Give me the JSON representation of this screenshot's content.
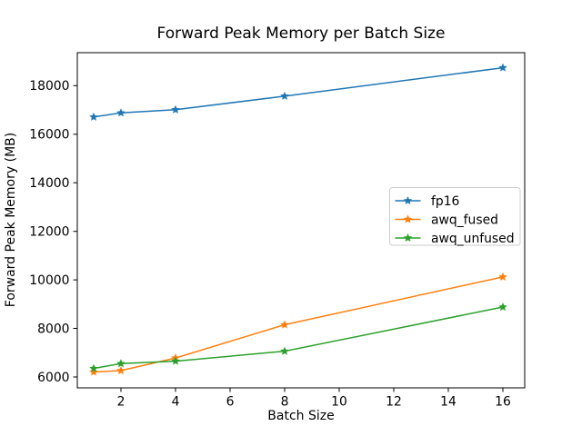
{
  "chart_data": {
    "type": "line",
    "title": "Forward Peak Memory per Batch Size",
    "xlabel": "Batch Size",
    "ylabel": "Forward Peak Memory (MB)",
    "x": [
      1,
      2,
      4,
      8,
      16
    ],
    "series": [
      {
        "name": "fp16",
        "color": "#1f77b4",
        "values": [
          16710,
          16880,
          17010,
          17570,
          18740
        ]
      },
      {
        "name": "awq_fused",
        "color": "#ff7f0e",
        "values": [
          6200,
          6260,
          6780,
          8150,
          10120
        ]
      },
      {
        "name": "awq_unfused",
        "color": "#2ca02c",
        "values": [
          6350,
          6550,
          6650,
          7060,
          8880
        ]
      }
    ],
    "marker": "star",
    "line_width": 1.5,
    "xticks": [
      2,
      4,
      6,
      8,
      10,
      12,
      14,
      16
    ],
    "yticks": [
      6000,
      8000,
      10000,
      12000,
      14000,
      16000,
      18000
    ],
    "xlim": [
      0.4,
      16.8
    ],
    "ylim": [
      5550,
      19360
    ],
    "grid": false,
    "legend": {
      "position": "center-right",
      "entries": [
        "fp16",
        "awq_fused",
        "awq_unfused"
      ],
      "border_color": "#cccccc"
    },
    "axis_color": "#000000",
    "background_color": "#ffffff"
  }
}
